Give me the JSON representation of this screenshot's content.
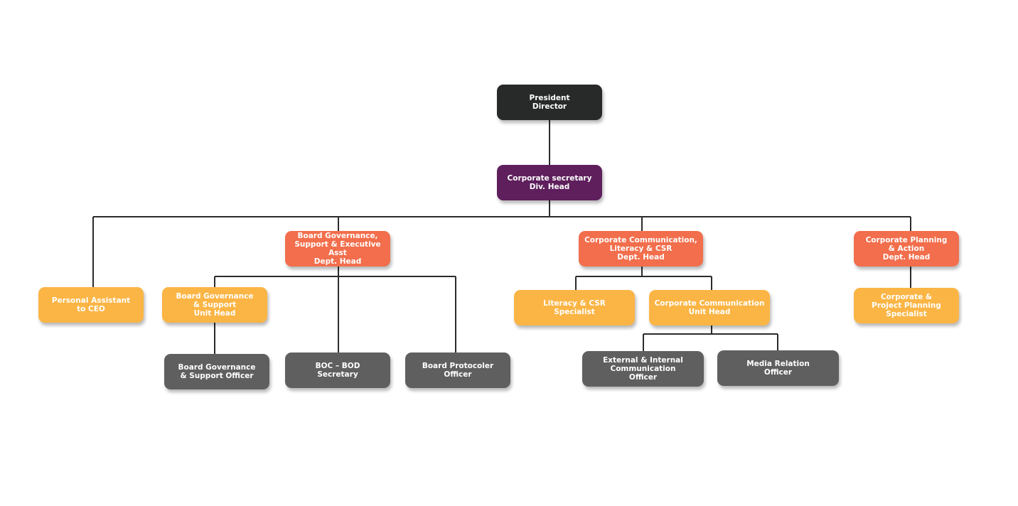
{
  "colors": {
    "executive": "#282a29",
    "division": "#5e1f5c",
    "department": "#f26e4c",
    "unit": "#fbb545",
    "staff": "#5f5f5f",
    "connector": "#2b2b2b"
  },
  "nodes": {
    "president": "President\nDirector",
    "corp_secretary": "Corporate secretary\nDiv. Head",
    "board_gov_dept": "Board Governance,\nSupport & Executive Asst\nDept. Head",
    "corp_comm_dept": "Corporate Communication,\nLiteracy & CSR\nDept. Head",
    "corp_planning_dept": "Corporate Planning\n& Action\nDept. Head",
    "personal_assistant": "Personal Assistant\nto CEO",
    "board_gov_unit": "Board Governance\n& Support\nUnit Head",
    "literacy_csr": "Literacy & CSR\nSpecialist",
    "corp_comm_unit": "Corporate Communication\nUnit Head",
    "corp_project_planning": "Corporate &\nProject Planning\nSpecialist",
    "board_gov_officer": "Board Governance\n& Support Officer",
    "boc_bod_secretary": "BOC – BOD\nSecretary",
    "board_protocoler": "Board Protocoler\nOfficer",
    "ext_int_comm_officer": "External & Internal\nCommunication\nOfficer",
    "media_relation_officer": "Media Relation\nOfficer"
  }
}
